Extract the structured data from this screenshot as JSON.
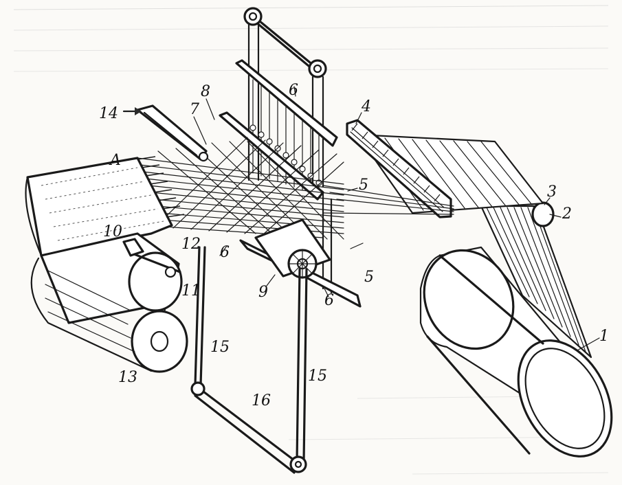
{
  "diagram": {
    "labels": {
      "l1": "1",
      "l2": "2",
      "l3": "3",
      "l4": "4",
      "l5a": "5",
      "l5b": "5",
      "l6a": "6",
      "l6b": "6",
      "l6c": "6",
      "l7": "7",
      "l8": "8",
      "l9": "9",
      "l10": "10",
      "l11": "11",
      "l12": "12",
      "l13": "13",
      "l14": "14",
      "l15a": "15",
      "l15b": "15",
      "l16": "16",
      "lA": "A"
    }
  }
}
